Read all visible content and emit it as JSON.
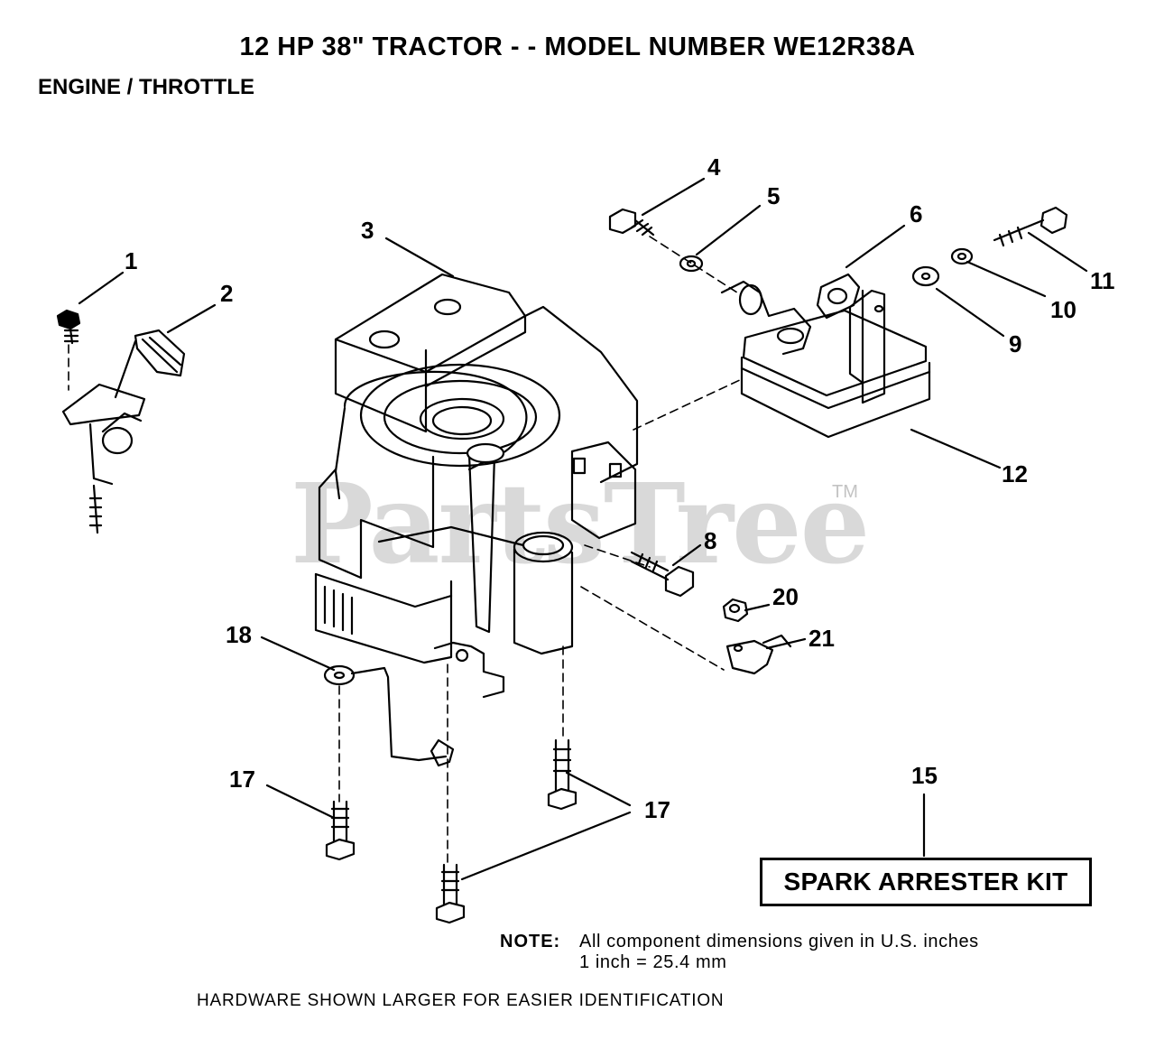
{
  "header": {
    "title": "12 HP 38\" TRACTOR - - MODEL NUMBER WE12R38A",
    "subtitle": "ENGINE / THROTTLE"
  },
  "watermark": {
    "text": "PartsTree",
    "tm": "TM"
  },
  "callouts": [
    {
      "id": "c1",
      "label": "1"
    },
    {
      "id": "c2",
      "label": "2"
    },
    {
      "id": "c3",
      "label": "3"
    },
    {
      "id": "c4",
      "label": "4"
    },
    {
      "id": "c5",
      "label": "5"
    },
    {
      "id": "c6",
      "label": "6"
    },
    {
      "id": "c8",
      "label": "8"
    },
    {
      "id": "c9",
      "label": "9"
    },
    {
      "id": "c10",
      "label": "10"
    },
    {
      "id": "c11",
      "label": "11"
    },
    {
      "id": "c12",
      "label": "12"
    },
    {
      "id": "c15",
      "label": "15"
    },
    {
      "id": "c17a",
      "label": "17"
    },
    {
      "id": "c17b",
      "label": "17"
    },
    {
      "id": "c18",
      "label": "18"
    },
    {
      "id": "c20",
      "label": "20"
    },
    {
      "id": "c21",
      "label": "21"
    }
  ],
  "kit_box": {
    "label": "SPARK ARRESTER KIT"
  },
  "note": {
    "label": "NOTE:",
    "line1": "All component dimensions given in U.S. inches",
    "line2": "1 inch = 25.4 mm"
  },
  "footer": {
    "text": "HARDWARE SHOWN LARGER FOR EASIER IDENTIFICATION"
  }
}
